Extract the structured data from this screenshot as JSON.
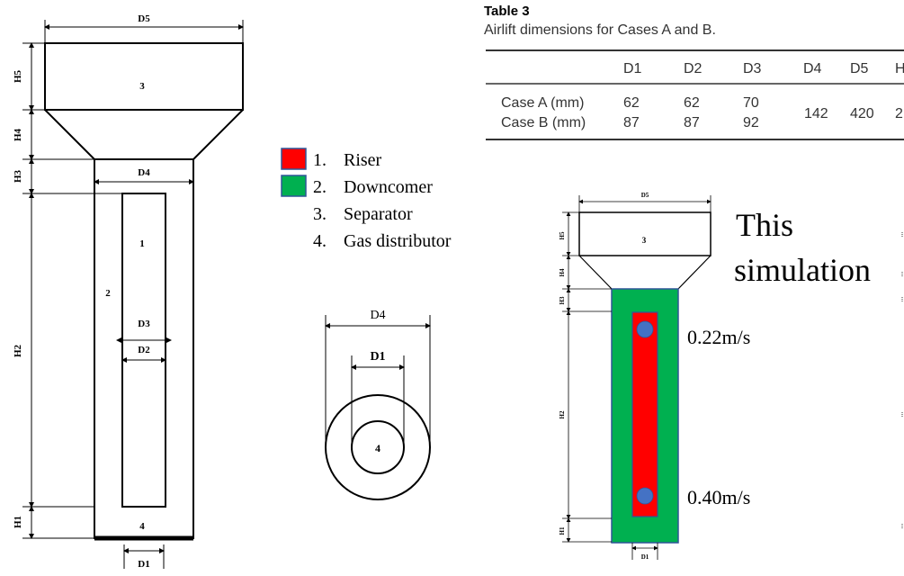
{
  "left_diagram": {
    "labels": {
      "d5": "D5",
      "d4": "D4",
      "d3": "D3",
      "d2": "D2",
      "d1": "D1",
      "h5": "H5",
      "h4": "H4",
      "h3": "H3",
      "h2": "H2",
      "h1": "H1",
      "separator": "3",
      "riser": "1",
      "downcomer": "2",
      "distributor": "4"
    }
  },
  "legend": {
    "items": [
      {
        "number": "1.",
        "label": "Riser",
        "color": "#ff0000"
      },
      {
        "number": "2.",
        "label": "Downcomer",
        "color": "#00b050"
      },
      {
        "number": "3.",
        "label": "Separator"
      },
      {
        "number": "4.",
        "label": "Gas distributor"
      }
    ]
  },
  "section_diagram": {
    "d4": "D4",
    "d1": "D1",
    "center": "4"
  },
  "table": {
    "title": "Table 3",
    "caption": "Airlift dimensions for Cases A and B.",
    "headers": [
      "D1",
      "D2",
      "D3",
      "D4",
      "D5",
      "H"
    ],
    "rows": [
      {
        "label": "Case A (mm)",
        "d1": "62",
        "d2": "62",
        "d3": "70"
      },
      {
        "label": "Case B (mm)",
        "d1": "87",
        "d2": "87",
        "d3": "92"
      }
    ],
    "shared": {
      "d4": "142",
      "d5": "420",
      "h": "2"
    }
  },
  "simulation_diagram": {
    "title_line1": "This",
    "title_line2": "simulation",
    "top_velocity": "0.22m/s",
    "bottom_velocity": "0.40m/s",
    "labels": {
      "d5": "D5",
      "d1": "D1",
      "h5": "H5",
      "h4": "H4",
      "h3": "H3",
      "h2": "H2",
      "h1": "H1",
      "separator": "3"
    },
    "colors": {
      "riser": "#ff0000",
      "downcomer": "#00b050",
      "probe": "#4472c4",
      "outline": "#2f5597"
    }
  }
}
